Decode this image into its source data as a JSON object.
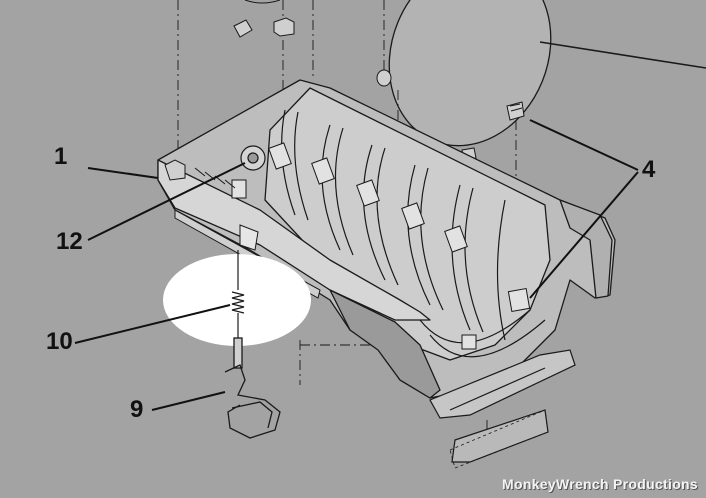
{
  "diagram": {
    "callouts": {
      "c1": "1",
      "c4": "4",
      "c9": "9",
      "c10": "10",
      "c12": "12"
    },
    "watermark": "MonkeyWrench Productions",
    "colors": {
      "background": "#a3a3a3",
      "line": "#1a1a1a",
      "part_fill": "#c4c4c4",
      "part_shadow": "#8e8e8e",
      "highlight": "#ffffff"
    }
  }
}
